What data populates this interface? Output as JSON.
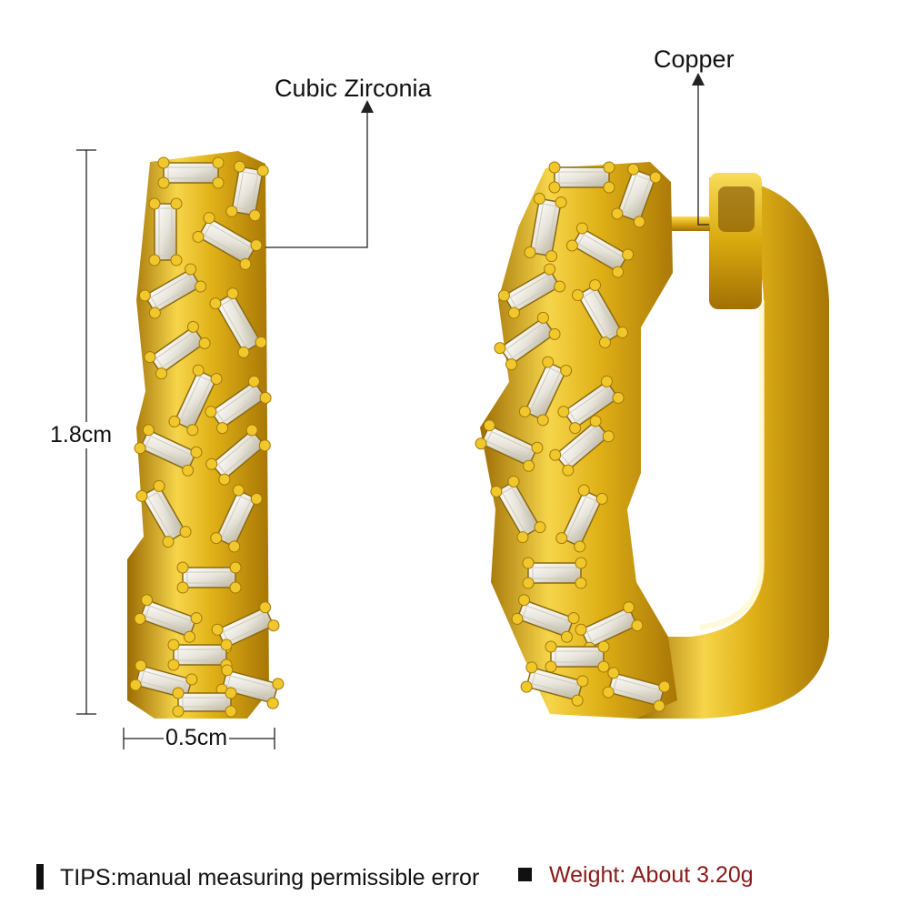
{
  "labels": {
    "material_stone": "Cubic Zirconia",
    "material_metal": "Copper",
    "height": "1.8cm",
    "width": "0.5cm"
  },
  "tips": {
    "note": "TIPS:manual measuring permissible error",
    "weight": "Weight: About 3.20g"
  },
  "colors": {
    "gold_light": "#f6d54a",
    "gold_mid": "#d9a90f",
    "gold_dark": "#9c6c03",
    "crystal": "#f2f0ea",
    "weight_text": "#8a1a1a"
  }
}
